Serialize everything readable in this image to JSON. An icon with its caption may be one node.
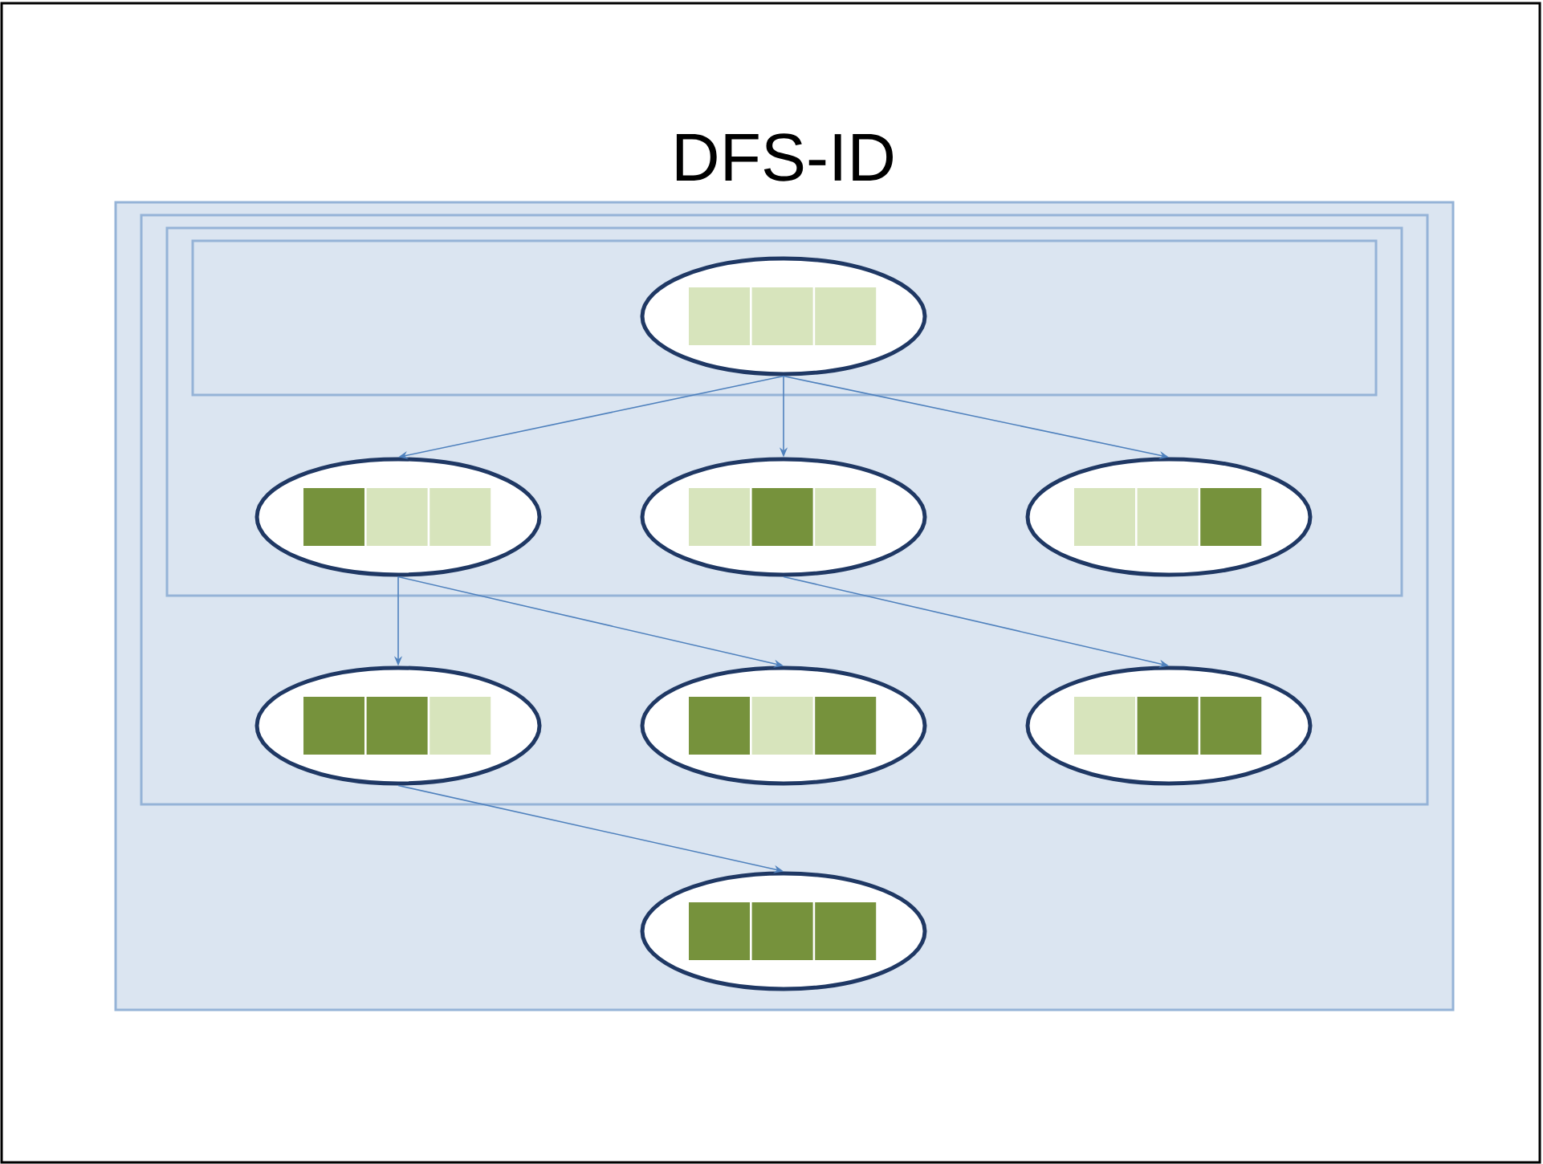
{
  "diagram": {
    "title": "DFS-ID",
    "nodes": [
      {
        "text": [],
        "shape": "box"
      },
      {
        "text": [],
        "shape": "box",
        "in": 0
      },
      {
        "text": [],
        "shape": "box",
        "in": 1
      },
      {
        "text": [],
        "shape": "box",
        "in": 2
      },
      {
        "text": [],
        "shape": "ellipse",
        "in": 3
      },
      {
        "text": [],
        "shape": "ellipse",
        "in": 2
      },
      {
        "text": [],
        "shape": "ellipse",
        "in": 2
      },
      {
        "text": [],
        "shape": "ellipse",
        "in": 2
      },
      {
        "text": [],
        "shape": "ellipse",
        "in": 1
      },
      {
        "text": [],
        "shape": "ellipse",
        "in": 1
      },
      {
        "text": [],
        "shape": "ellipse",
        "in": 1
      },
      {
        "text": [],
        "shape": "ellipse",
        "in": 0
      }
    ],
    "edges": [
      {
        "from": 4,
        "to": 5,
        "arrow": "to"
      },
      {
        "from": 4,
        "to": 6,
        "arrow": "to"
      },
      {
        "from": 4,
        "to": 7,
        "arrow": "to"
      },
      {
        "from": 5,
        "to": 8,
        "arrow": "to"
      },
      {
        "from": 5,
        "to": 9,
        "arrow": "to"
      },
      {
        "from": 6,
        "to": 10,
        "arrow": "to"
      },
      {
        "from": 8,
        "to": 11,
        "arrow": "to"
      }
    ]
  }
}
